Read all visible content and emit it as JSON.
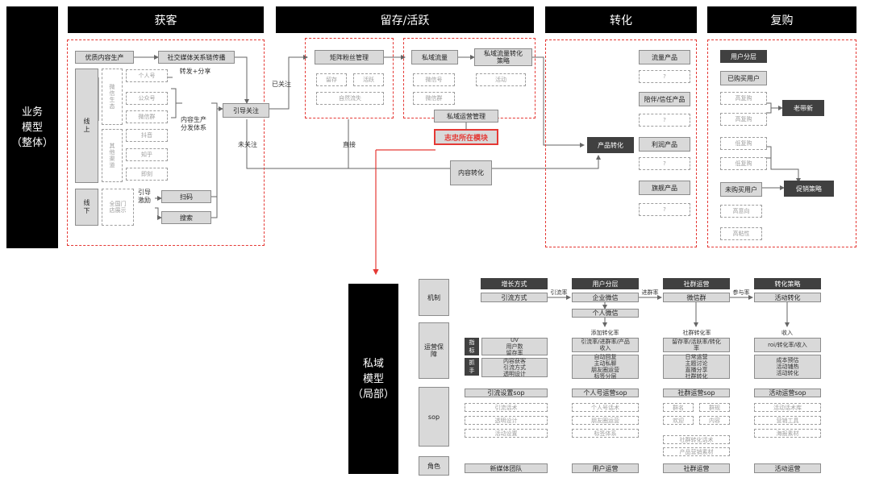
{
  "side_left": {
    "title": "业务\n模型\n（整体）"
  },
  "side_right": {
    "title": "私域\n模型\n（局部）"
  },
  "headers": [
    "获客",
    "留存/活跃",
    "转化",
    "复购"
  ],
  "acq": {
    "quality_content": "优质内容生产",
    "social_spread": "社交媒体关系链传播",
    "forward_share": "转发+分享",
    "online": "线\n上",
    "offline": "线\n下",
    "wechat_eco": "微\n信\n生\n态",
    "other_channels": "其\n他\n渠\n道",
    "personal": "个人号",
    "official": "公众号",
    "wechat_group": "微信群",
    "douyin": "抖音",
    "zhihu": "知乎",
    "jike": "即刻",
    "content_dist": "内容生产\n分发体系",
    "guide_follow": "引导关注",
    "followed": "已关注",
    "not_followed": "未关注",
    "store_display": "全国门\n店展示",
    "guide_incentive": "引导\n激励",
    "scan": "扫码",
    "search": "搜索"
  },
  "ret": {
    "matrix_fans": "矩阵粉丝管理",
    "retain": "留存",
    "active": "活跃",
    "natural_loss": "自然流失",
    "private_traffic": "私域流量",
    "private_strategy": "私域流量转化\n策略",
    "wechat_no": "微信号",
    "wechat_group": "微信群",
    "activity": "活动",
    "private_ops": "私域运营管理",
    "highlight": "志忠所在模块",
    "direct": "直接",
    "content_conv": "内容转化"
  },
  "conv": {
    "product_conv": "产品转化",
    "traffic_product": "流量产品",
    "trust_product": "陪伴/信任产品",
    "profit_product": "利润产品",
    "flagship_product": "旗舰产品",
    "q": "?"
  },
  "rep": {
    "user_layer": "用户分层",
    "purchased": "已购买用户",
    "high_rep": "高复购",
    "mid_rep": "高复购",
    "old_new": "老带新",
    "low_rep": "低复购",
    "low_freq": "低复购",
    "not_purchased": "未购买用户",
    "high_intent": "高意向",
    "high_active": "高粘性",
    "promo": "促销策略"
  },
  "local": {
    "row_labels": [
      "机制",
      "运营保\n障",
      "sop",
      "角色"
    ],
    "col_heads": [
      "增长方式",
      "用户分层",
      "社群运营",
      "转化策略"
    ],
    "mech": [
      "引流方式",
      "企业微信",
      "微信群",
      "活动转化"
    ],
    "personal_wx": "个人微信",
    "rate_lead": "引流率",
    "rate_enter": "进群率",
    "rate_join": "参与率",
    "rate_add": "添加转化率",
    "rate_group": "社群转化率",
    "rate_income": "收入",
    "ind_label": "指\n标",
    "hand_label": "抓\n手",
    "ind": [
      "UV\n用户数\n留存率",
      "引流率/进群率/产品\n收入",
      "留存率/活跃率/转化\n率",
      "roi/转化率/收入"
    ],
    "hand": [
      "内容获客\n引流方式\n透明设计",
      "自动回复\n主动私聊\n朋友圈运营\n标签分层",
      "日常运营\n主题讨论\n直播分享\n社群转化",
      "成本预估\n活动铺热\n活动转化"
    ],
    "sop_heads": [
      "引流设置sop",
      "个人号运营sop",
      "社群运营sop",
      "活动运营sop"
    ],
    "sop_c1": [
      "引流话术",
      "透明设计",
      "活动设置"
    ],
    "sop_c2": [
      "个人号话术",
      "朋友圈运营",
      "标签体系"
    ],
    "sop_c3": [
      "群名",
      "群规",
      "欢迎",
      "内容",
      "社群转化话术",
      "产品营销素材"
    ],
    "sop_c4": [
      "活动话术库",
      "营销工具",
      "海报素材"
    ],
    "roles": [
      "新媒体团队",
      "用户运营",
      "社群运营",
      "活动运营"
    ]
  }
}
